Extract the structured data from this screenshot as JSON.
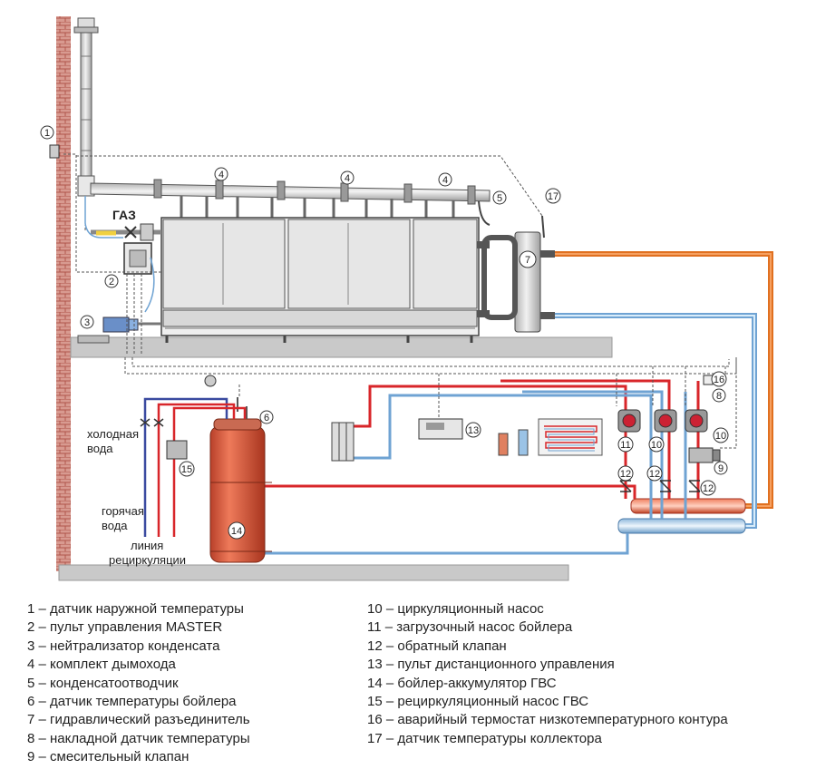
{
  "diagram": {
    "gas_label": "ГАЗ",
    "cold_water_label": [
      "холодная",
      "вода"
    ],
    "hot_water_label": [
      "горячая",
      "вода"
    ],
    "recirc_label": [
      "линия",
      "рециркуляции"
    ],
    "markers": [
      "1",
      "2",
      "3",
      "4",
      "5",
      "6",
      "7",
      "8",
      "9",
      "10",
      "11",
      "12",
      "13",
      "14",
      "15",
      "16",
      "17"
    ]
  },
  "legend": {
    "left": [
      "1 – датчик наружной температуры",
      "2 – пульт управления MASTER",
      "3 – нейтрализатор конденсата",
      "4 – комплект дымохода",
      "5 – конденсатоотводчик",
      "6 – датчик температуры бойлера",
      "7 – гидравлический разъединитель",
      "8 – накладной датчик температуры",
      "9 – смесительный клапан"
    ],
    "right": [
      "10 – циркуляционный насос",
      "11 – загрузочный насос бойлера",
      "12 – обратный клапан",
      "13 – пульт дистанционного управления",
      "14 – бойлер-аккумулятор ГВС",
      "15 – рециркуляционный насос ГВС",
      "16 – аварийный термостат низкотемпературного контура",
      "17 – датчик температуры коллектора"
    ]
  },
  "colors": {
    "hot_pipe": "#d8262a",
    "cold_pipe": "#6fa3d3",
    "primary_supply": "#e07020",
    "floor": "#c8c8c8",
    "wall_brick": "#c07a70",
    "tank": "#d8573d",
    "metal": "#d8d8d8"
  }
}
